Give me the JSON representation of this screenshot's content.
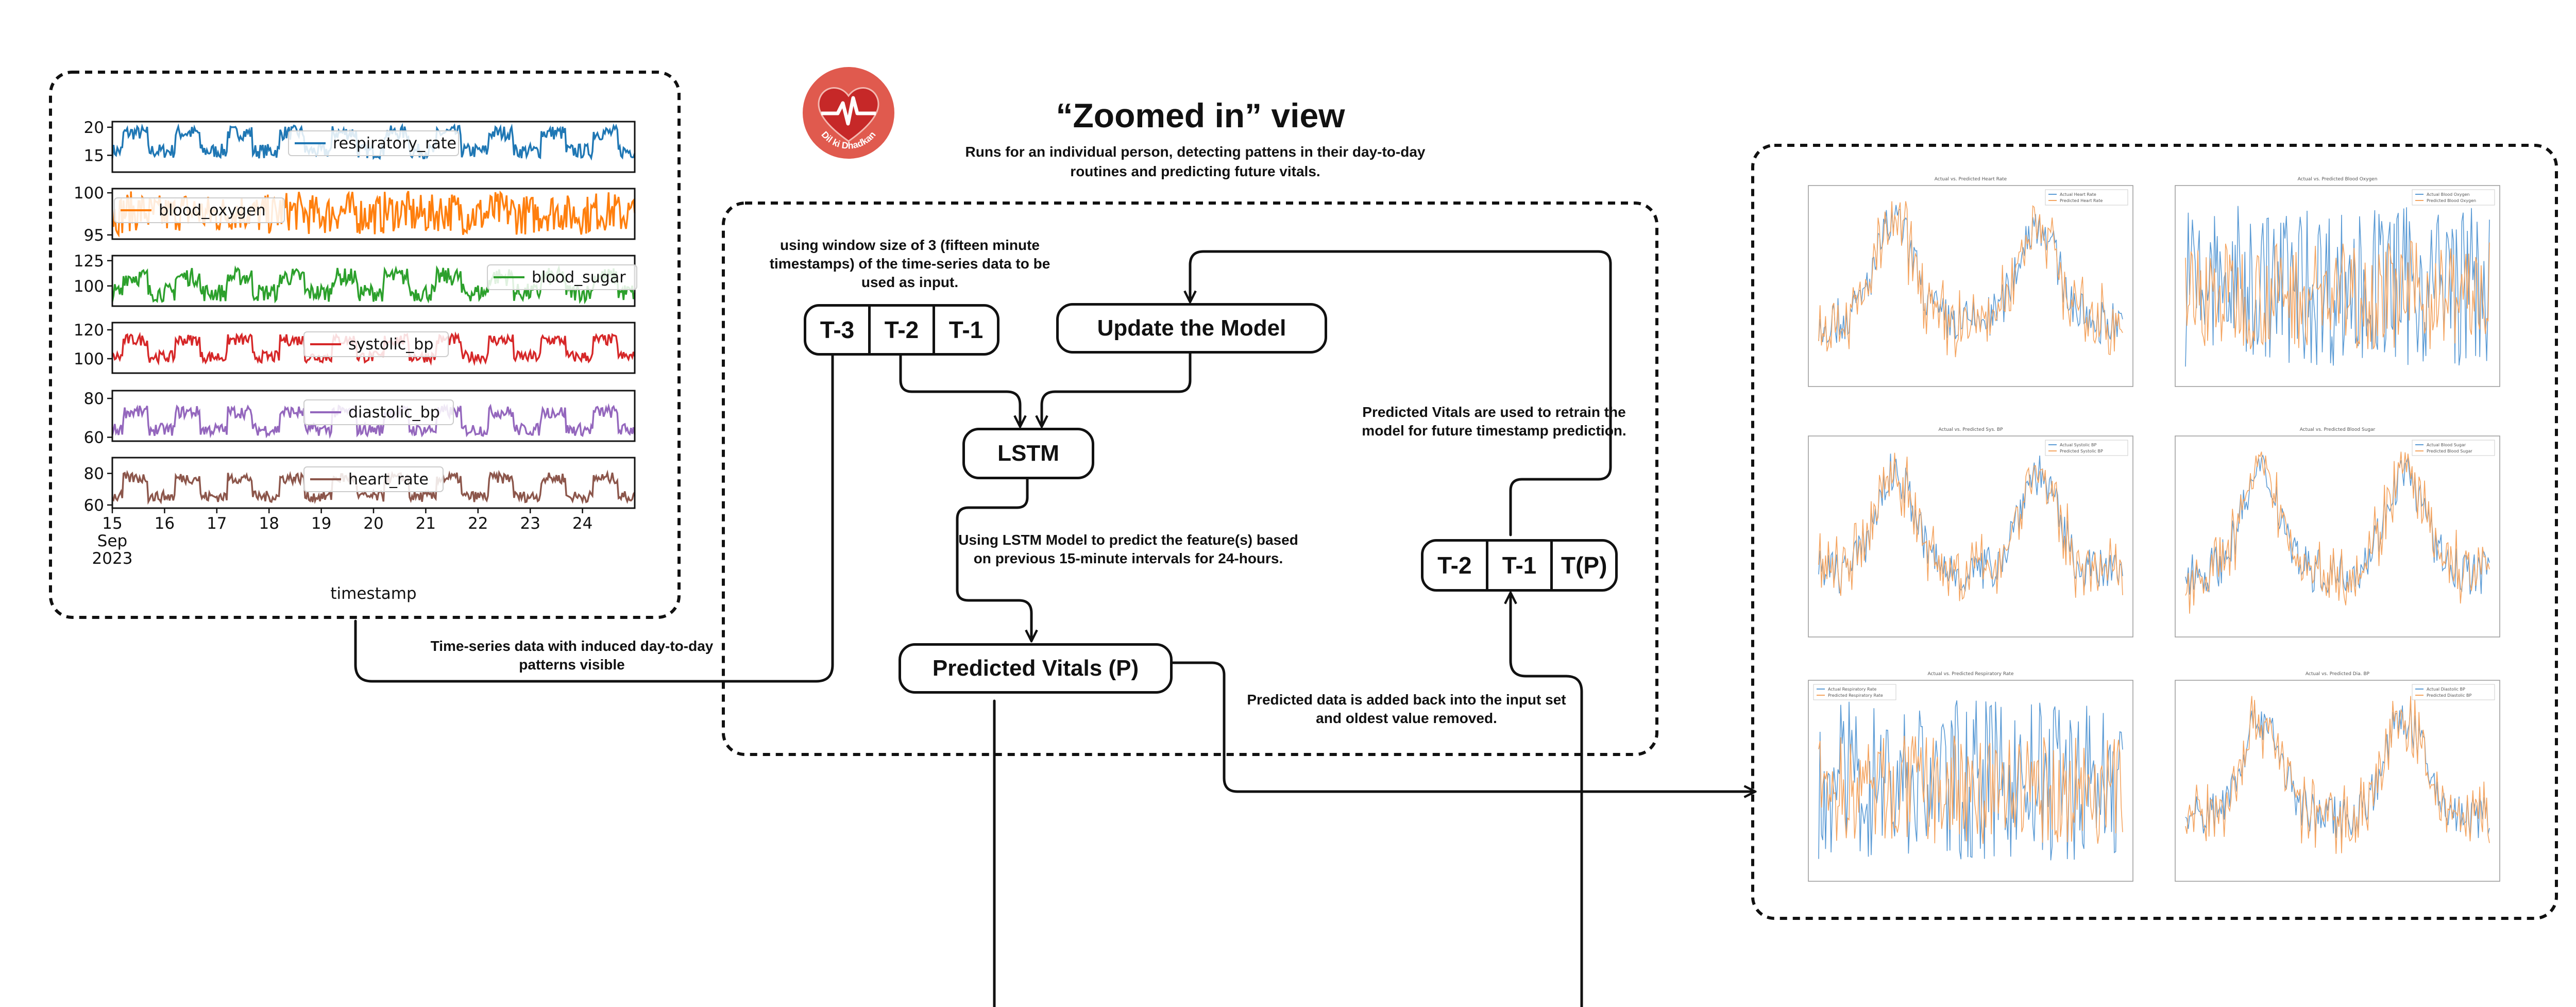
{
  "title": "“Zoomed in” view",
  "subtitle": "Runs for an individual person, detecting pattens in their day-to-day routines and predicting future vitals.",
  "logo": {
    "text": "Dil ki Dhadkan",
    "colors": {
      "outer": "#e05a4e",
      "heart": "#c62828",
      "line": "#ffffff"
    }
  },
  "nodes": {
    "update_model": "Update the Model",
    "lstm": "LSTM",
    "predicted_vitals": "Predicted Vitals (P)"
  },
  "windows": {
    "input": [
      "T-3",
      "T-2",
      "T-1"
    ],
    "shifted": [
      "T-2",
      "T-1",
      "T(P)"
    ]
  },
  "annotations": {
    "window_note": "using window size of 3 (fifteen minute timestamps) of the time-series data to be used as input.",
    "lstm_note": "Using LSTM Model to predict the feature(s) based on previous 15-minute intervals for 24-hours.",
    "retrain_note": "Predicted Vitals are used to retrain the model for future timestamp prediction.",
    "added_back_note": "Predicted data is added back into the input set and oldest value removed.",
    "timeseries_note": "Time-series data with induced day-to-day patterns visible"
  },
  "colors": {
    "respiratory_rate": "#1f77b4",
    "blood_oxygen": "#ff7f0e",
    "blood_sugar": "#2ca02c",
    "systolic_bp": "#d62728",
    "diastolic_bp": "#9467bd",
    "heart_rate": "#8c564b",
    "actual": "#5b9bd5",
    "predicted": "#f4a460"
  },
  "chart_data": [
    {
      "type": "line",
      "xlabel": "timestamp",
      "x_ticks": [
        "15\nSep\n2023",
        "16",
        "17",
        "18",
        "19",
        "20",
        "21",
        "22",
        "23",
        "24"
      ],
      "panels": [
        {
          "name": "respiratory_rate",
          "y_ticks": [
            20,
            15
          ],
          "ylim": [
            12,
            21
          ],
          "base": 16.5,
          "amp": 2.5,
          "noise": 1.3
        },
        {
          "name": "blood_oxygen",
          "y_ticks": [
            100,
            95
          ],
          "ylim": [
            94.5,
            100.5
          ],
          "base": 97.5,
          "amp": 0.3,
          "noise": 2.4
        },
        {
          "name": "blood_sugar",
          "y_ticks": [
            125,
            100
          ],
          "ylim": [
            80,
            130
          ],
          "base": 97,
          "amp": 12,
          "noise": 9
        },
        {
          "name": "systolic_bp",
          "y_ticks": [
            120,
            100
          ],
          "ylim": [
            90,
            125
          ],
          "base": 104,
          "amp": 9,
          "noise": 4
        },
        {
          "name": "diastolic_bp",
          "y_ticks": [
            80,
            60
          ],
          "ylim": [
            58,
            84
          ],
          "base": 66,
          "amp": 7,
          "noise": 3.2
        },
        {
          "name": "heart_rate",
          "y_ticks": [
            80,
            60
          ],
          "ylim": [
            58,
            90
          ],
          "base": 68,
          "amp": 9,
          "noise": 3.5
        }
      ]
    },
    {
      "type": "line",
      "thumbnails": [
        {
          "title": "Actual vs. Predicted Heart Rate",
          "legend": [
            "Actual Heart Rate",
            "Predicted Heart Rate"
          ],
          "pattern": "daily"
        },
        {
          "title": "Actual vs. Predicted Blood Oxygen",
          "legend": [
            "Actual Blood Oxygen",
            "Predicted Blood Oxygen"
          ],
          "pattern": "noisy"
        },
        {
          "title": "Actual vs. Predicted Sys. BP",
          "legend": [
            "Actual Systolic BP",
            "Predicted Systolic BP"
          ],
          "pattern": "daily"
        },
        {
          "title": "Actual vs. Predicted Blood Sugar",
          "legend": [
            "Actual Blood Sugar",
            "Predicted Blood Sugar"
          ],
          "pattern": "daily"
        },
        {
          "title": "Actual vs. Predicted Respiratory Rate",
          "legend": [
            "Actual Respiratory Rate",
            "Predicted Respiratory Rate"
          ],
          "pattern": "noisy"
        },
        {
          "title": "Actual vs. Predicted Dia. BP",
          "legend": [
            "Actual Diastolic BP",
            "Predicted Diastolic BP"
          ],
          "pattern": "daily"
        }
      ]
    }
  ]
}
